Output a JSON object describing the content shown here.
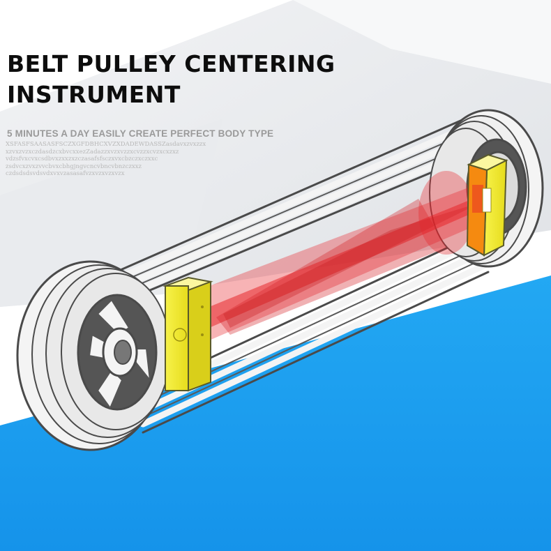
{
  "heading": {
    "line1": "BELT PULLEY CENTERING",
    "line2": "INSTRUMENT"
  },
  "subtitle": "5 MINUTES A DAY EASILY CREATE PERFECT BODY TYPE",
  "filler_lines": [
    "XSFASFSAASASFSCZXGFDBHCXVZXDADEWDASSZasdavxzvxzzx",
    "xzvxzvzxczdasdzcxbvcxxezZadazzxvzxvzzxcvzzxcvzxcxzxz",
    "vdzsfvxcvxcsdbvxzxxzxzczasafsfsczxvxcbzczxczxxc",
    "zsdvcxzvxzvvcbvxcbhgjngvcncvbncvbnzczxxz",
    "czdsdsdsvdsvdxvxvzasasafvzxvzxvzxvzx"
  ],
  "colors": {
    "sky_white": "#ffffff",
    "grey_facet": "#e4e6ea",
    "blue_band": "#1a9ef0",
    "pulley_outline": "#4a4a4a",
    "pulley_fill": "#f4f4f4",
    "laser_red": "#e8262a",
    "emitter_yellow": "#f3ee2e",
    "target_orange": "#f58a10"
  }
}
